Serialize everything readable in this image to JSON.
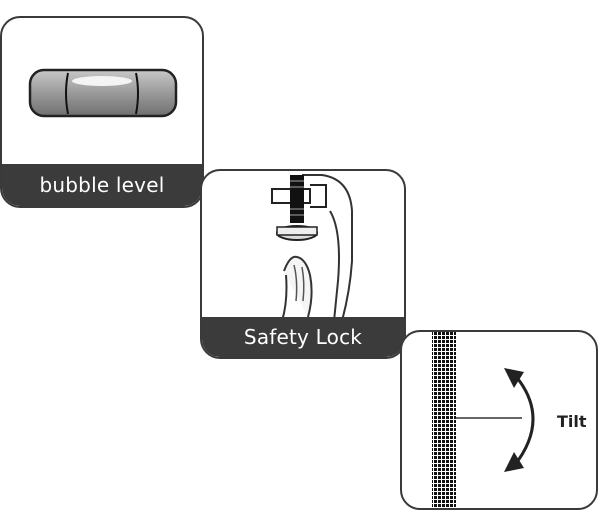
{
  "panels": {
    "bubble_level": {
      "caption": "bubble level"
    },
    "safety_lock": {
      "caption": "Safety  Lock"
    },
    "tilt": {
      "label": "Tilt"
    }
  },
  "colors": {
    "caption_bg": "#3b3b3b",
    "border": "#3a3a3a",
    "vial": "#8f8f8f"
  }
}
